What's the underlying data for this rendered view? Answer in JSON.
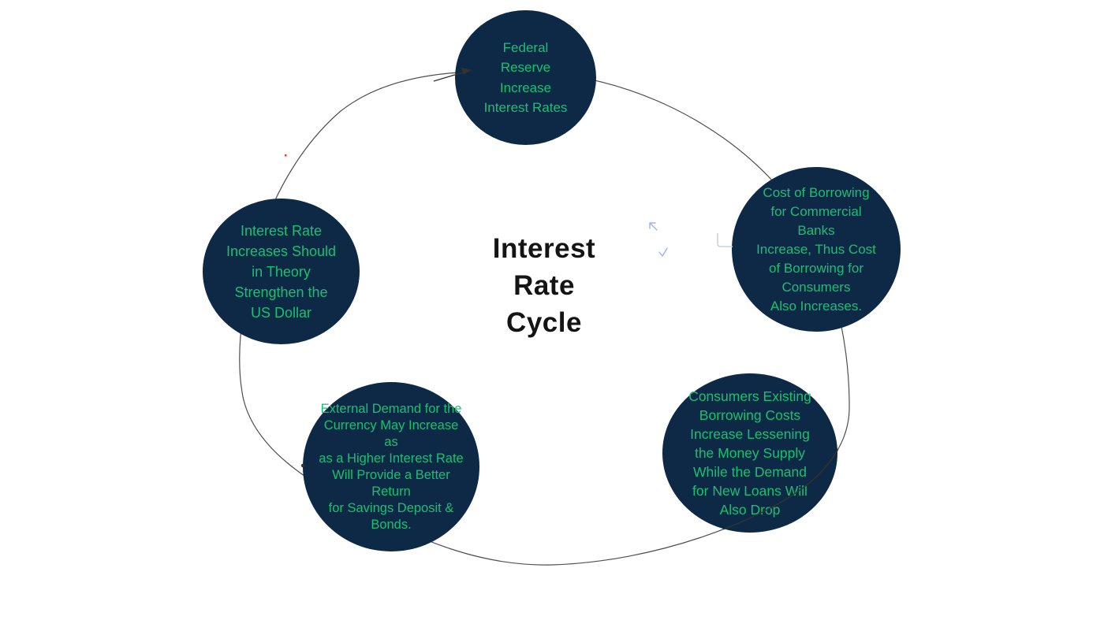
{
  "title": {
    "text": "Interest\nRate\nCycle"
  },
  "nodes": [
    {
      "name": "federal-reserve",
      "text": "Federal\nReserve\nIncrease\nInterest Rates"
    },
    {
      "name": "cost-of-borrowing",
      "text": "Cost of Borrowing\nfor Commercial\nBanks\nIncrease, Thus Cost\nof Borrowing for\nConsumers\nAlso Increases."
    },
    {
      "name": "consumers-existing-costs",
      "text": "Consumers Existing\nBorrowing Costs\nIncrease Lessening\nthe Money Supply\nWhile the Demand\nfor New Loans Will\nAlso Drop"
    },
    {
      "name": "external-demand",
      "text": "External Demand for the\nCurrency May Increase\nas\nas a Higher Interest Rate\nWill Provide a Better\nReturn\nfor Savings Deposit &\nBonds."
    },
    {
      "name": "strengthen-us-dollar",
      "text": "Interest Rate\nIncreases Should\nin Theory\nStrengthen the\nUS Dollar"
    }
  ],
  "colors": {
    "node_fill": "#0d2946",
    "node_text": "#16c172",
    "title_color": "#141414",
    "cycle_line": "#4f4f4f",
    "overlay_line": "#333333",
    "connector_gray": "#ccd2da",
    "artifact_blue": "#9fb0f0",
    "artifact_red": "#ff3322"
  },
  "artifacts": {
    "marks": [
      "red-dot",
      "cursor-arrow",
      "checkmark",
      "corner-connector"
    ]
  }
}
